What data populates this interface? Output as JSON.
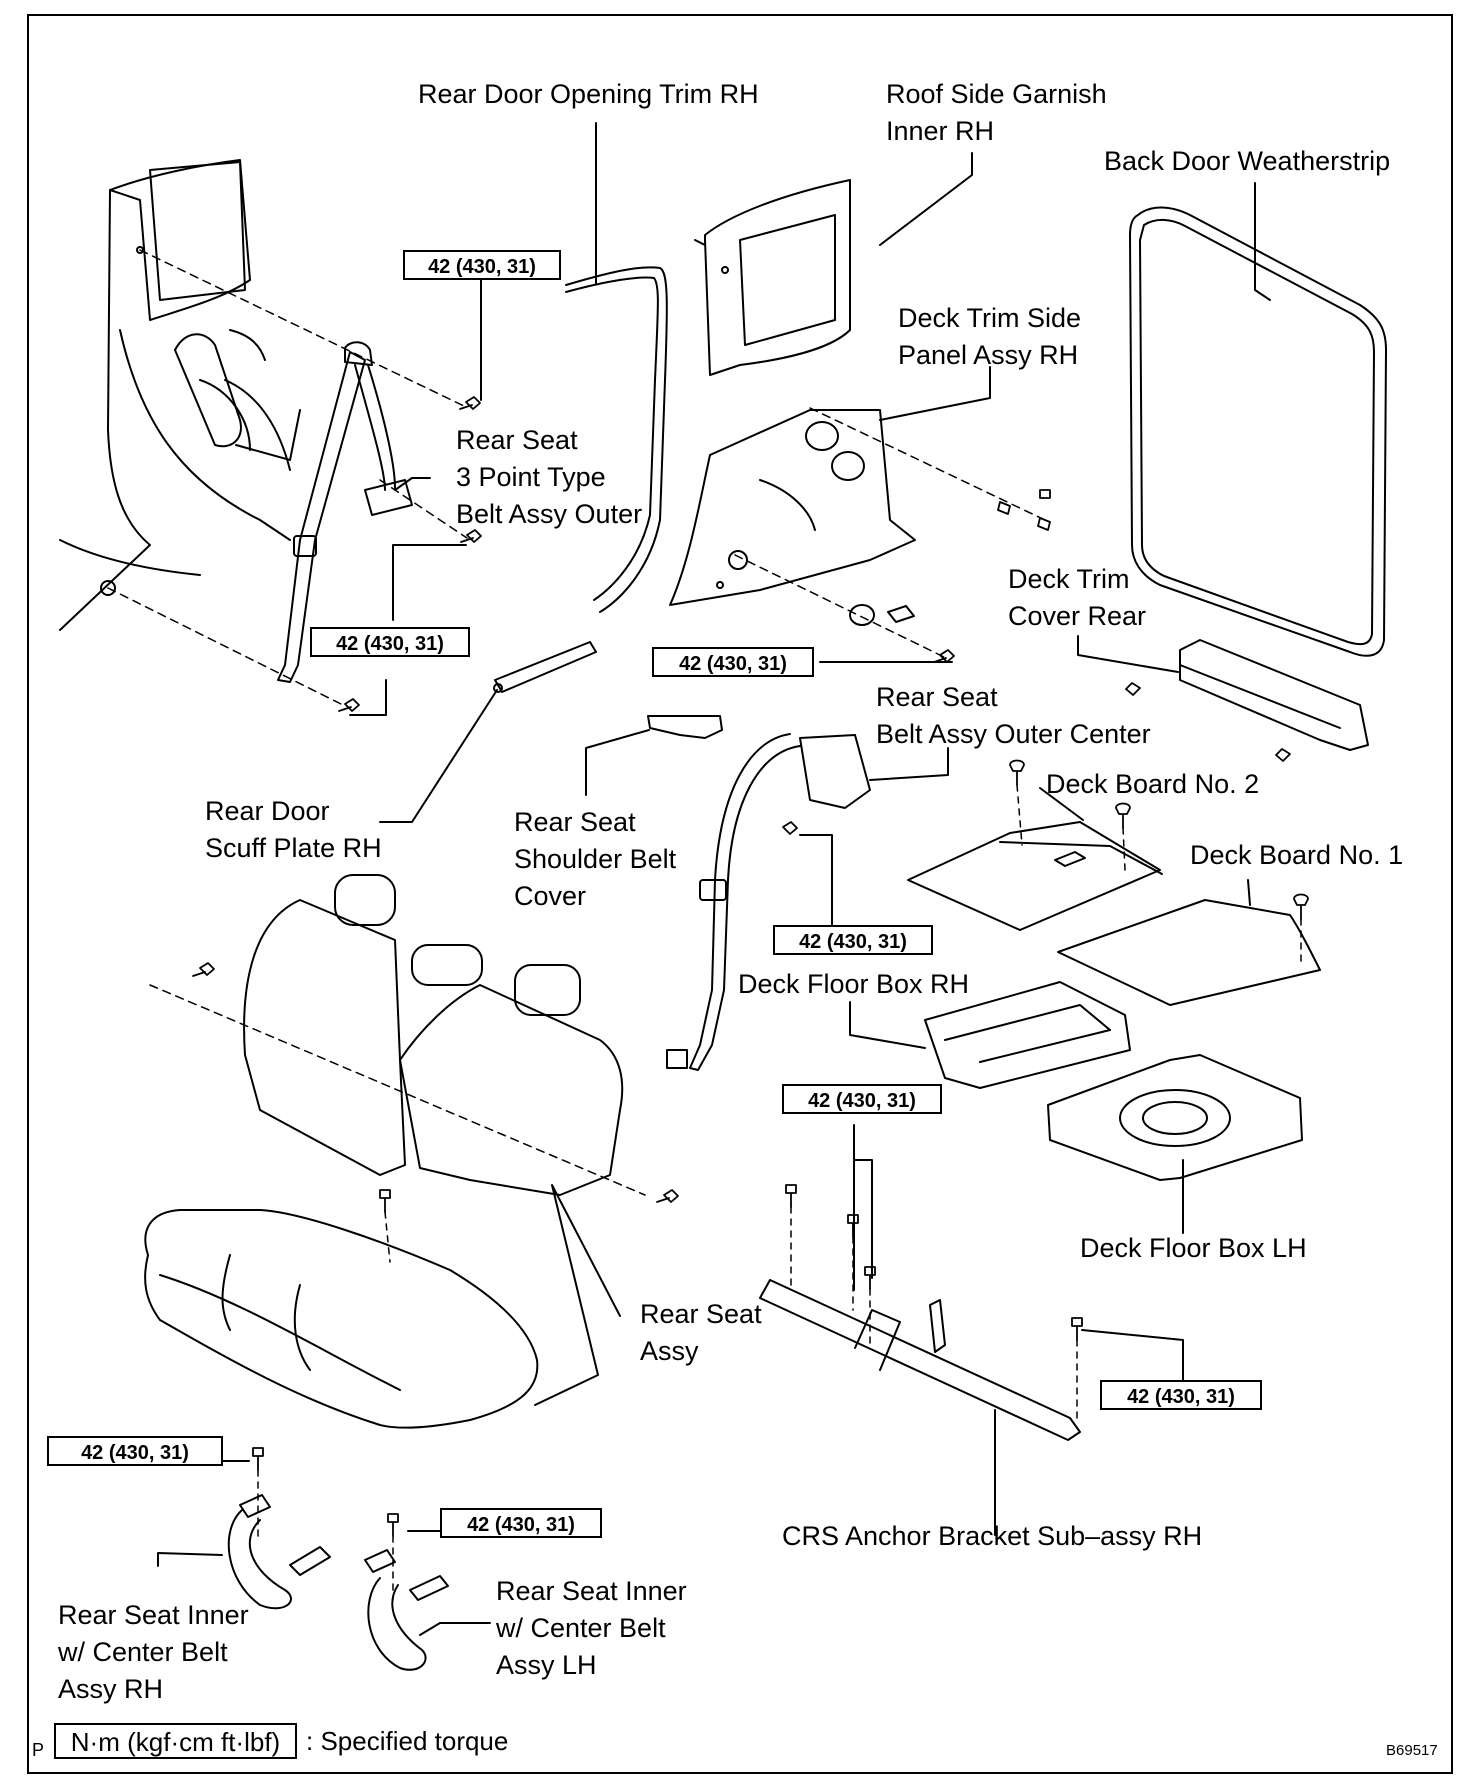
{
  "torque_spec": "42 (430, 31)",
  "labels": {
    "rear_door_opening_trim": "Rear Door Opening Trim RH",
    "roof_side_garnish": [
      "Roof Side Garnish",
      "Inner RH"
    ],
    "back_door_weatherstrip": "Back Door Weatherstrip",
    "deck_trim_side_panel": [
      "Deck Trim Side",
      "Panel Assy RH"
    ],
    "rear_seat_3pt_belt": [
      "Rear Seat",
      "3 Point Type",
      "Belt Assy Outer"
    ],
    "deck_trim_cover_rear": [
      "Deck Trim",
      "Cover Rear"
    ],
    "rear_seat_belt_outer_center": [
      "Rear Seat",
      "Belt Assy Outer Center"
    ],
    "deck_board_no2": "Deck Board No. 2",
    "deck_board_no1": "Deck Board No. 1",
    "rear_door_scuff_plate": [
      "Rear Door",
      "Scuff Plate RH"
    ],
    "rear_seat_shoulder_belt_cover": [
      "Rear Seat",
      "Shoulder Belt",
      "Cover"
    ],
    "deck_floor_box_rh": "Deck Floor Box RH",
    "deck_floor_box_lh": "Deck Floor Box LH",
    "rear_seat_assy": [
      "Rear Seat",
      "Assy"
    ],
    "crs_anchor_bracket": "CRS Anchor Bracket Sub–assy RH",
    "rear_seat_inner_rh": [
      "Rear Seat Inner",
      "w/ Center Belt",
      "Assy RH"
    ],
    "rear_seat_inner_lh": [
      "Rear Seat Inner",
      "w/ Center Belt",
      "Assy LH"
    ]
  },
  "legend": {
    "unit": "N·m (kgf·cm ft·lbf)",
    "text": ": Specified torque"
  },
  "corner_mark": "P",
  "figure_id": "B69517"
}
